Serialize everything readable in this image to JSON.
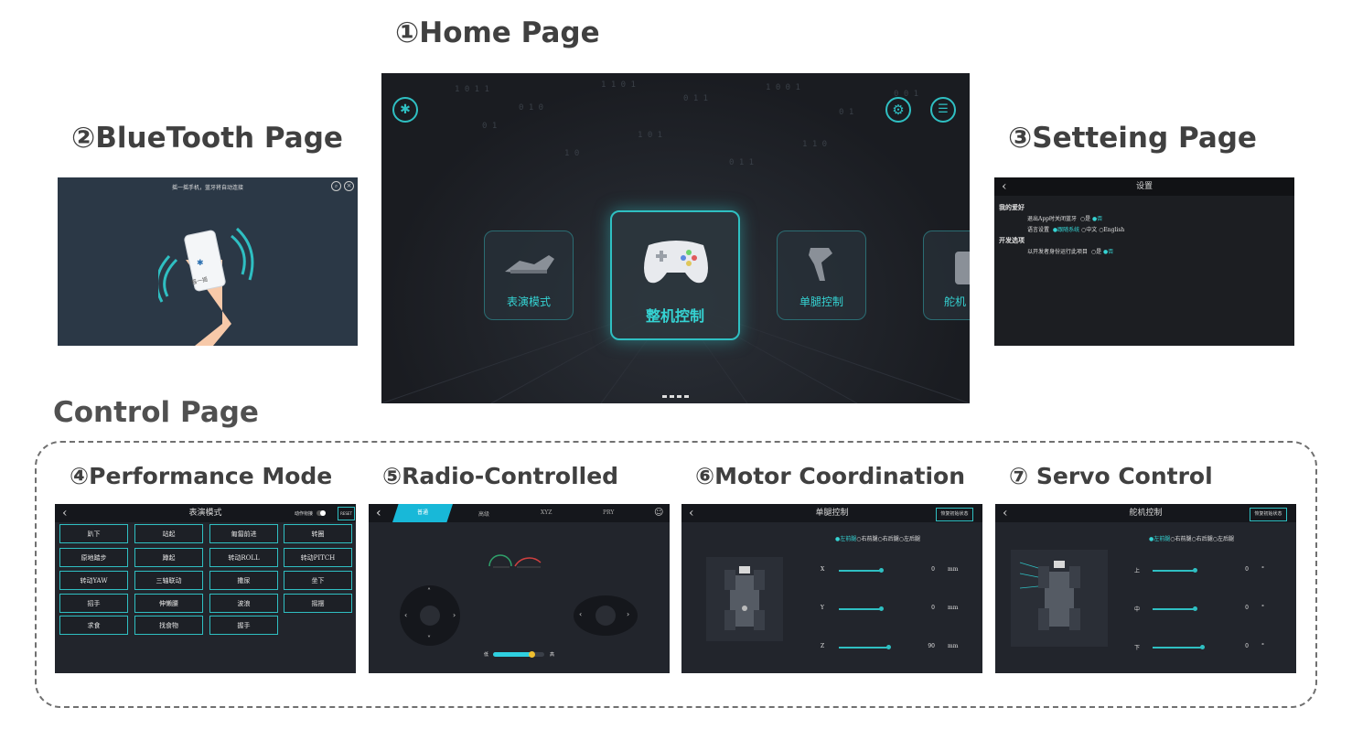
{
  "headings": {
    "home": "①Home Page",
    "bluetooth": "②BlueTooth Page",
    "setting": "③Setteing Page",
    "control": "Control Page",
    "perf": "④Performance Mode",
    "radio": "⑤Radio-Controlled",
    "motor": "⑥Motor Coordination",
    "servo": "⑦ Servo Control"
  },
  "home": {
    "cards": [
      "表演模式",
      "整机控制",
      "单腿控制",
      "舵机"
    ],
    "page_dots": 4,
    "icons": [
      "bluetooth-icon",
      "gear-icon",
      "document-icon"
    ]
  },
  "bluetooth": {
    "title": "摇一摇手机，蓝牙将自动连接",
    "phone_text": "摇一摇"
  },
  "settings": {
    "title": "设置",
    "section1": "我的爱好",
    "row1_label": "退出App时关闭蓝牙",
    "row1_opts": [
      "○是",
      "●否"
    ],
    "row2_label": "语言设置",
    "row2_opts": [
      "●跟随系统",
      "○中文",
      "○English"
    ],
    "section2": "开发选项",
    "row3_label": "以开发者身份运行此项目",
    "row3_opts": [
      "○是",
      "●否"
    ]
  },
  "perf": {
    "title": "表演模式",
    "toggle_label": "动作衔接",
    "reset": "RESET",
    "buttons": [
      "趴下",
      "站起",
      "匍匐前进",
      "转圈",
      "原地踏步",
      "蹲起",
      "转动ROLL",
      "转动PITCH",
      "转动YAW",
      "三轴联动",
      "撒尿",
      "坐下",
      "招手",
      "伸懒腰",
      "波浪",
      "摇摆",
      "求食",
      "找食物",
      "握手"
    ]
  },
  "radio": {
    "tabs": [
      "普通",
      "高级",
      "XYZ",
      "PRY"
    ],
    "speed_low": "低",
    "speed_high": "高",
    "speed_level": 0.75
  },
  "motor": {
    "title": "单腿控制",
    "restore": "恢复初始状态",
    "legs": [
      "●左前腿",
      "○右前腿",
      "○右后腿",
      "○左后腿"
    ],
    "axes": [
      {
        "label": "X",
        "value": "0",
        "unit": "mm"
      },
      {
        "label": "Y",
        "value": "0",
        "unit": "mm"
      },
      {
        "label": "Z",
        "value": "90",
        "unit": "mm"
      }
    ]
  },
  "servo": {
    "title": "舵机控制",
    "restore": "恢复初始状态",
    "legs": [
      "●左前腿",
      "○右前腿",
      "○右后腿",
      "○左后腿"
    ],
    "axes": [
      {
        "label": "上",
        "value": "0",
        "unit": "°"
      },
      {
        "label": "中",
        "value": "0",
        "unit": "°"
      },
      {
        "label": "下",
        "value": "0",
        "unit": "°"
      }
    ]
  }
}
